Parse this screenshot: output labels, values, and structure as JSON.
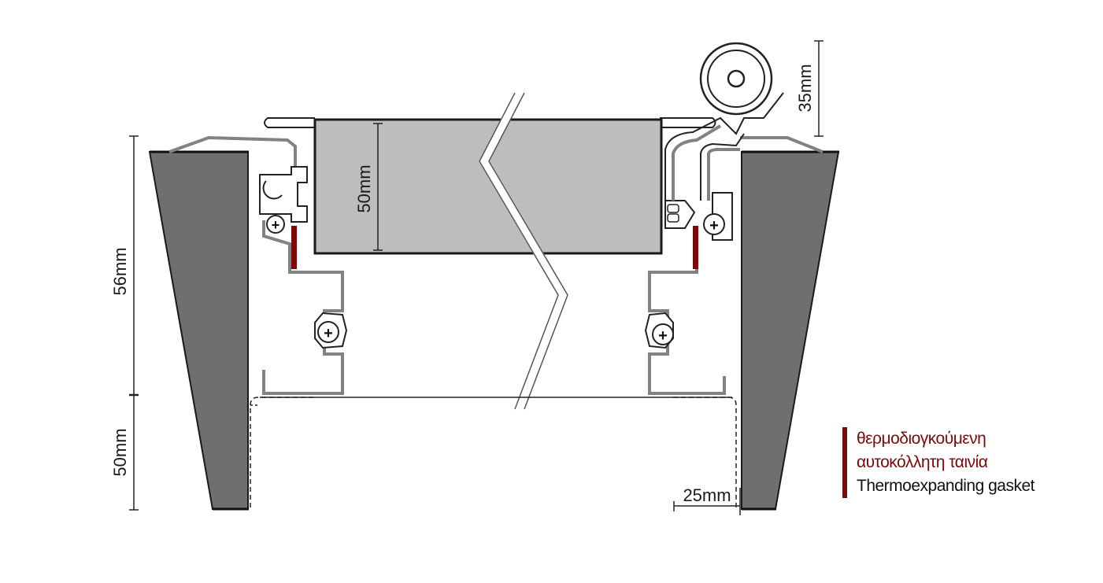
{
  "dimensions": {
    "box_height": "50mm",
    "roller": "35mm",
    "frame_height": "56mm",
    "lower_height": "50mm",
    "offset": "25mm"
  },
  "legend": {
    "line1_gr": "θερμοδιογκούμενη",
    "line2_gr": "αυτοκόλλητη ταινία",
    "line3_en": "Thermoexpanding gasket"
  },
  "colors": {
    "wall": "#6d6f71",
    "box": "#bcbdbf",
    "gasket": "#7a0a0a",
    "profile": "#808285"
  }
}
